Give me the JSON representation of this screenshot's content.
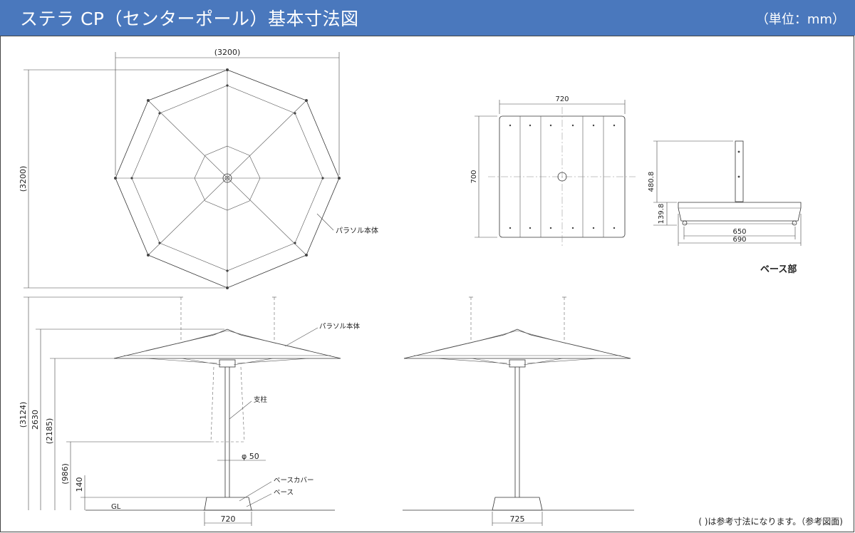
{
  "header": {
    "title": "ステラ CP（センターポール）基本寸法図",
    "unit": "（単位：mm）"
  },
  "top_view": {
    "width_dim": "(3200)",
    "height_dim": "(3200)",
    "label": "パラソル本体"
  },
  "base_top_view": {
    "width_dim": "720",
    "height_dim": "700"
  },
  "base_side_view": {
    "height_dim": "480.8",
    "base_height_dim": "139.8",
    "inner_width_dim": "650",
    "outer_width_dim": "690",
    "caption": "ベース部"
  },
  "front_view": {
    "label_canopy": "パラソル本体",
    "label_pole": "支柱",
    "label_diameter": "φ 50",
    "label_base_cover": "ベースカバー",
    "label_base": "ベース",
    "dim_total": "(3124)",
    "dim_2630": "2630",
    "dim_2185": "(2185)",
    "dim_986": "(986)",
    "dim_140": "140",
    "gl": "GL",
    "base_width": "720"
  },
  "side_view": {
    "base_width": "725"
  },
  "footnote": "( )は参考寸法になります。（参考図面)"
}
